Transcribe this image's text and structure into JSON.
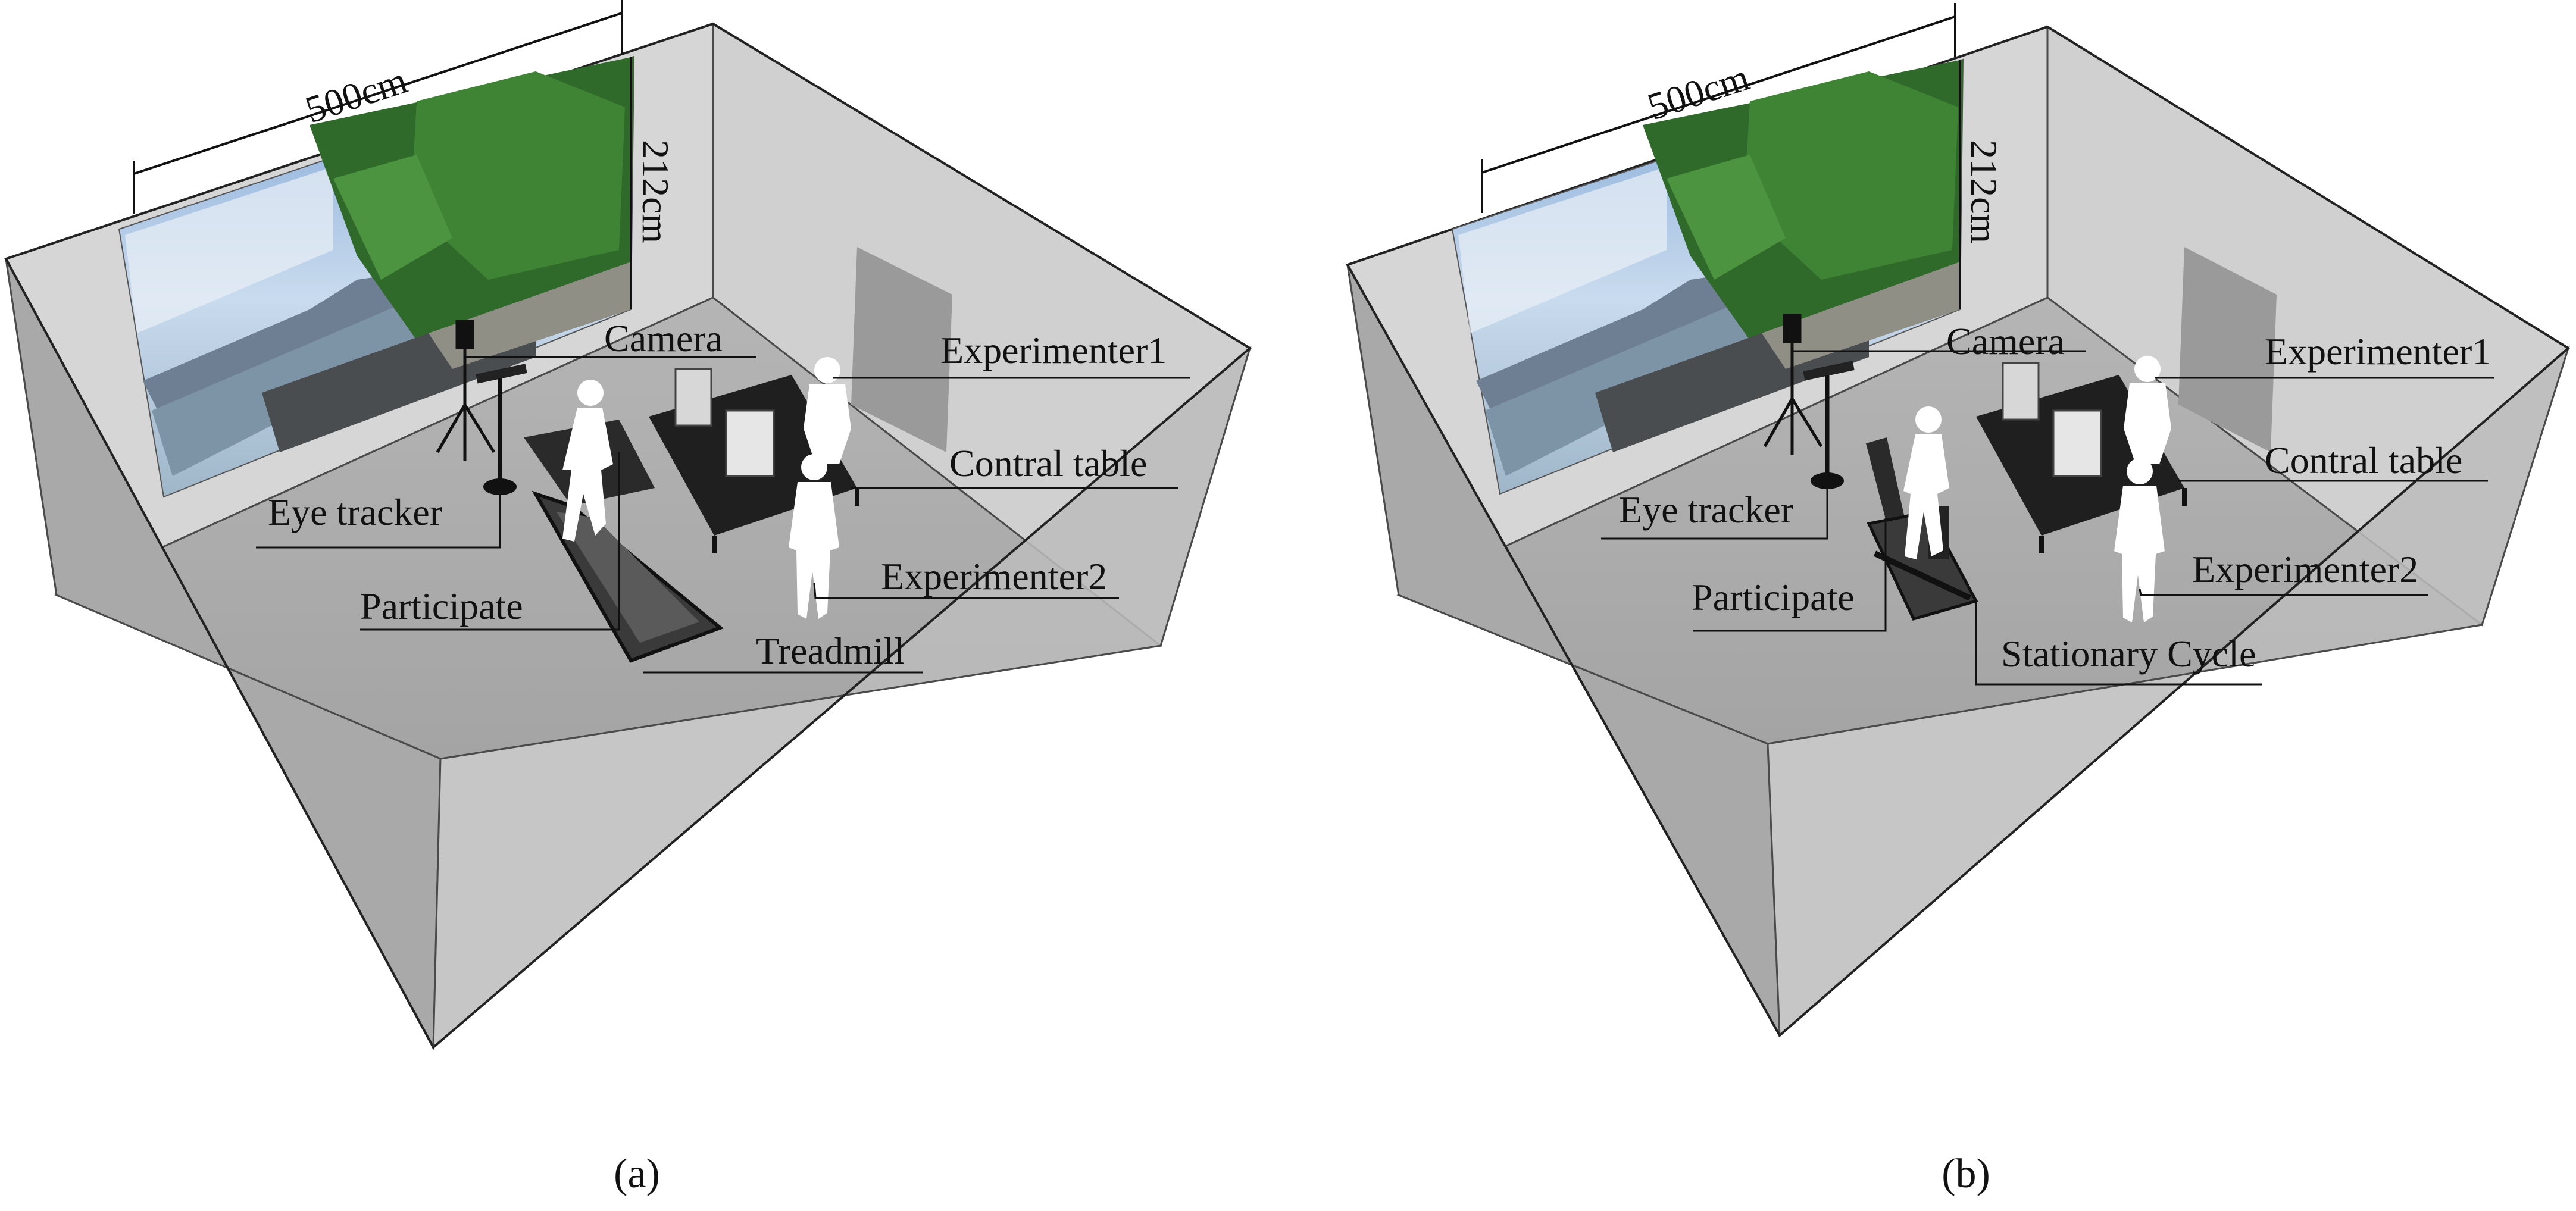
{
  "panels": [
    {
      "caption": "(a)",
      "width_label": "500cm",
      "height_label": "212cm",
      "labels": {
        "camera": "Camera",
        "experimenter1": "Experimenter1",
        "control_table": "Contral table",
        "eye_tracker": "Eye tracker",
        "participant": "Participate",
        "experimenter2": "Experimenter2",
        "equipment": "Treadmill"
      }
    },
    {
      "caption": "(b)",
      "width_label": "500cm",
      "height_label": "212cm",
      "labels": {
        "camera": "Camera",
        "experimenter1": "Experimenter1",
        "control_table": "Contral table",
        "eye_tracker": "Eye tracker",
        "participant": "Participate",
        "experimenter2": "Experimenter2",
        "equipment": "Stationary Cycle"
      }
    }
  ]
}
